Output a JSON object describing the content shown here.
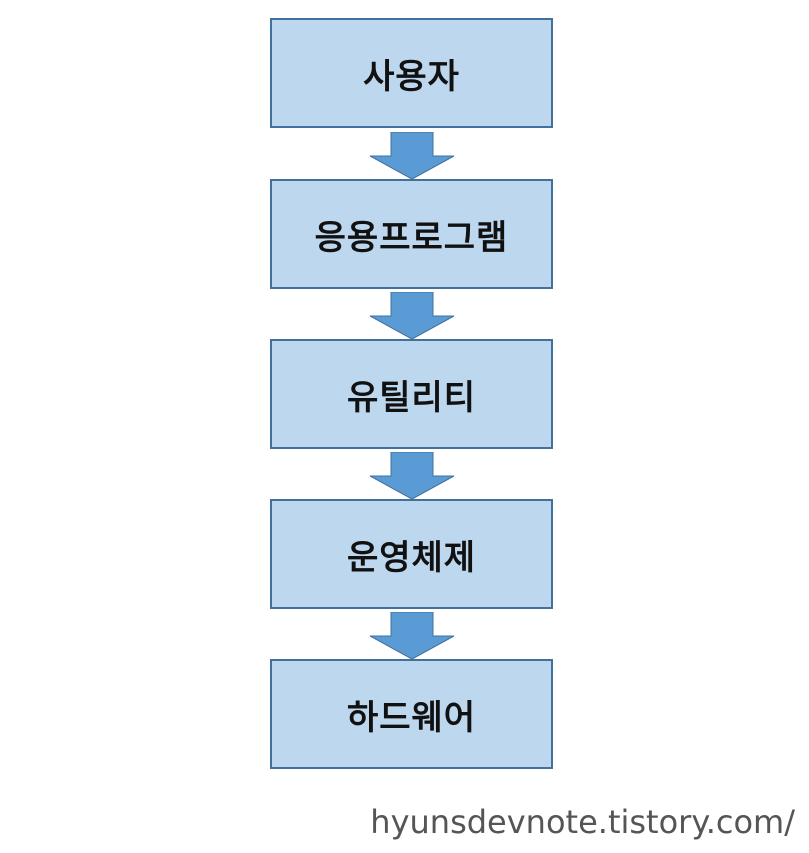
{
  "layers": [
    {
      "label": "사용자"
    },
    {
      "label": "응용프로그램"
    },
    {
      "label": "유틸리티"
    },
    {
      "label": "운영체제"
    },
    {
      "label": "하드웨어"
    }
  ],
  "colors": {
    "box_fill": "#bdd7ee",
    "box_border": "#41719c",
    "arrow_fill": "#5b9bd5",
    "arrow_border": "#41719c"
  },
  "watermark": "hyunsdevnote.tistory.com/"
}
